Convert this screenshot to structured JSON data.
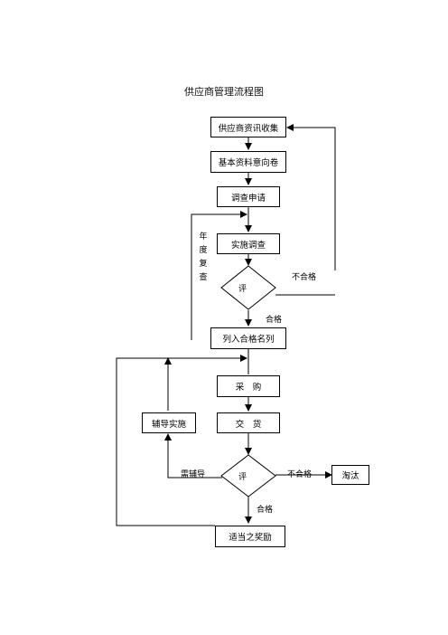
{
  "title": "供应商管理流程图",
  "nodes": {
    "collect": "供应商资讯收集",
    "questionnaire": "基本资料意向卷",
    "apply": "调查申请",
    "investigate": "实施调查",
    "evaluate1": "评",
    "qualified_list": "列入合格名列",
    "purchase": "采　购",
    "deliver": "交　货",
    "coach": "辅导实施",
    "evaluate2": "评",
    "eliminate": "淘汰",
    "reward": "适当之奖励"
  },
  "edge_labels": {
    "unqualified_1": "不合格",
    "qualified_1": "合格",
    "annual_review": "年度复查",
    "need_coaching": "需辅导",
    "unqualified_2": "不合格",
    "qualified_2": "合格"
  }
}
